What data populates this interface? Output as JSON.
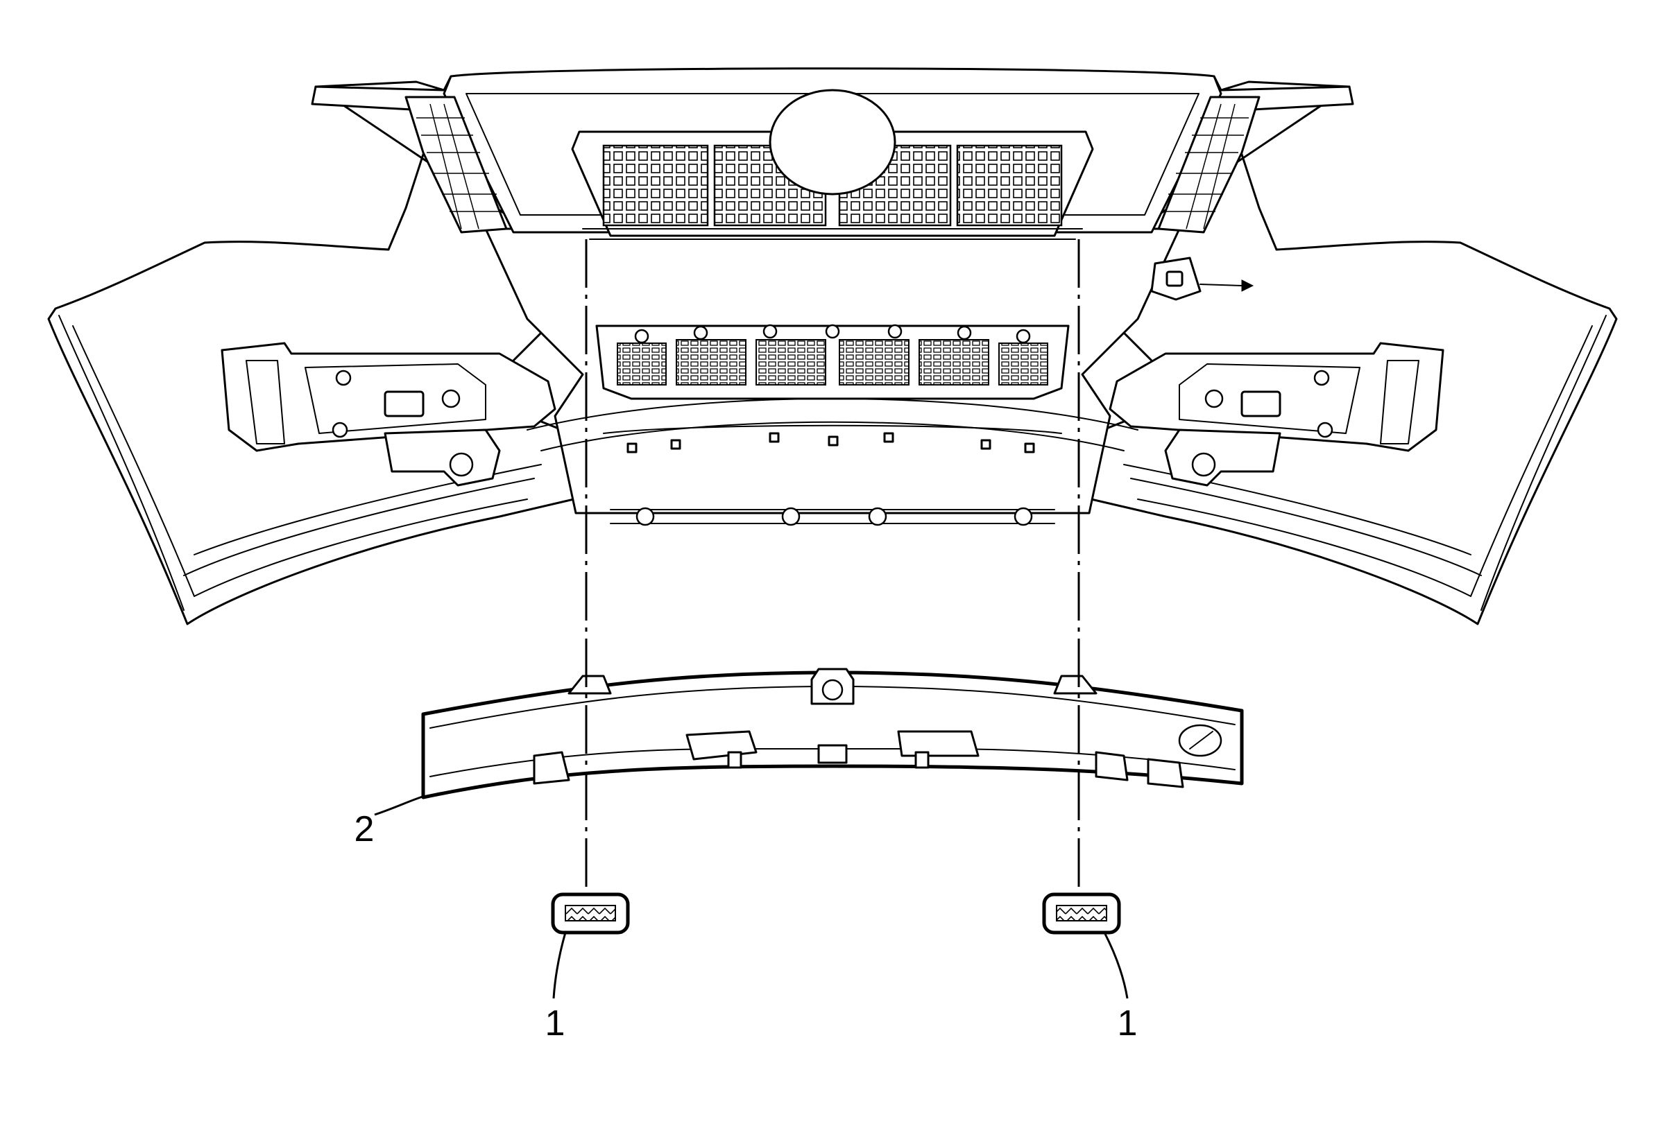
{
  "callouts": {
    "item1_left": "1",
    "item1_right": "1",
    "item2": "2"
  },
  "colors": {
    "line": "#000000",
    "background": "#ffffff"
  }
}
